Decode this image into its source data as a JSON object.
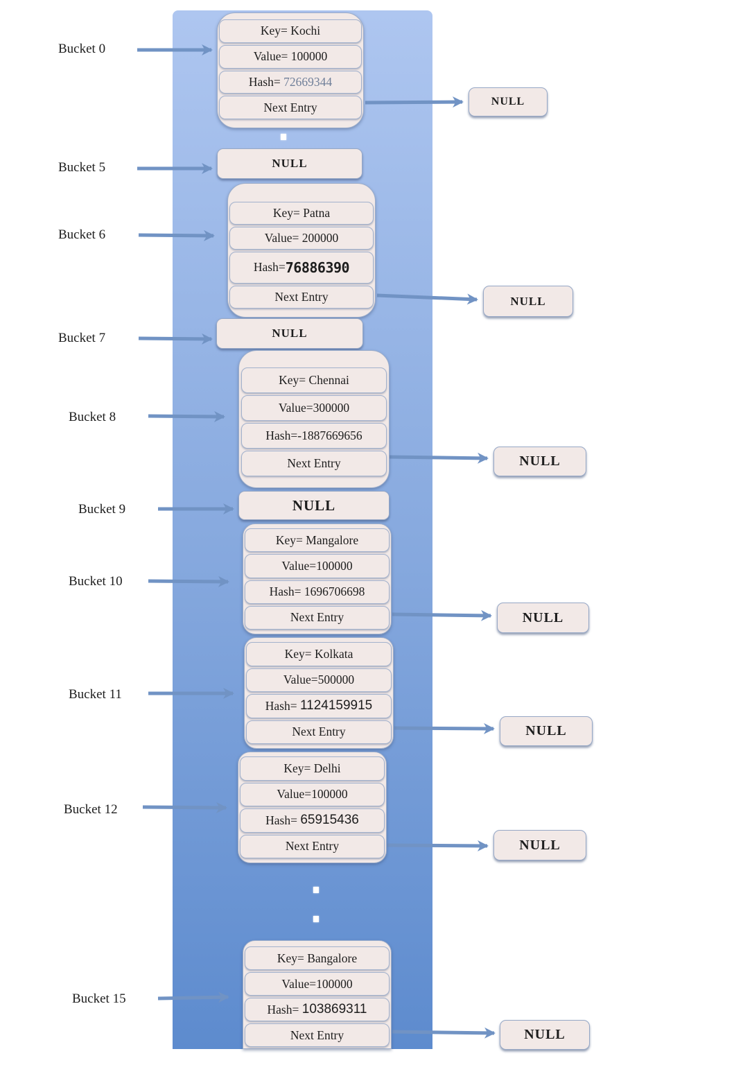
{
  "colors": {
    "band_top": "#aec6f0",
    "band_bottom": "#5d8bce",
    "node_fill": "#f2e9e7",
    "node_border": "#a3b2cd",
    "arrow": "#7193c4",
    "hash_muted": "#6f7f99"
  },
  "buckets": [
    {
      "label": "Bucket 0",
      "rows": {
        "key": "Key= Kochi",
        "value": "Value= 100000",
        "hash_label": "Hash= ",
        "hash_value": "72669344",
        "next": "Next Entry"
      },
      "null_text": "NULL"
    },
    {
      "label": "Bucket 5",
      "null_text": "NULL"
    },
    {
      "label": "Bucket 6",
      "rows": {
        "key": "Key= Patna",
        "value": "Value= 200000",
        "hash_label": "Hash=",
        "hash_value": "76886390",
        "next": "Next Entry"
      },
      "null_text": "NULL"
    },
    {
      "label": "Bucket 7",
      "null_text": "NULL"
    },
    {
      "label": "Bucket 8",
      "rows": {
        "key": "Key= Chennai",
        "value": "Value=300000",
        "hash_label": "Hash=",
        "hash_value": "-1887669656",
        "next": "Next Entry"
      },
      "null_text": "NULL"
    },
    {
      "label": "Bucket 9",
      "null_text": "NULL"
    },
    {
      "label": "Bucket 10",
      "rows": {
        "key": "Key= Mangalore",
        "value": "Value=100000",
        "hash_label": "Hash= ",
        "hash_value": "1696706698",
        "next": "Next Entry"
      },
      "null_text": "NULL"
    },
    {
      "label": "Bucket 11",
      "rows": {
        "key": "Key= Kolkata",
        "value": "Value=500000",
        "hash_label": "Hash= ",
        "hash_value": "1124159915",
        "next": "Next Entry"
      },
      "null_text": "NULL"
    },
    {
      "label": "Bucket 12",
      "rows": {
        "key": "Key= Delhi",
        "value": "Value=100000",
        "hash_label": "Hash= ",
        "hash_value": "65915436",
        "next": "Next Entry"
      },
      "null_text": "NULL"
    },
    {
      "label": "Bucket 15",
      "rows": {
        "key": "Key= Bangalore",
        "value": "Value=100000",
        "hash_label": "Hash= ",
        "hash_value": "103869311",
        "next": "Next Entry"
      },
      "null_text": "NULL"
    }
  ]
}
